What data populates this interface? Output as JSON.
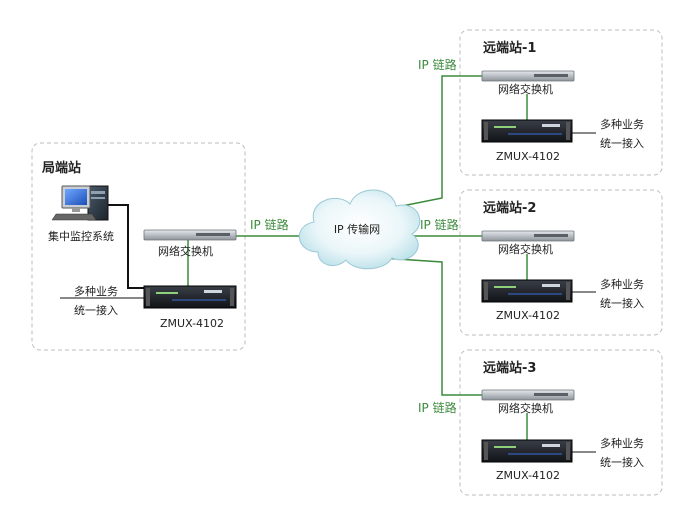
{
  "local_station": {
    "title": "局端站",
    "monitor_label": "集中监控系统",
    "switch_label": "网络交换机",
    "service_label_1": "多种业务",
    "service_label_2": "统一接入",
    "device_label": "ZMUX-4102"
  },
  "cloud": {
    "label": "IP 传输网"
  },
  "links": {
    "local": "IP 链路",
    "remote_1": "IP 链路",
    "remote_2": "IP 链路",
    "remote_3": "IP 链路"
  },
  "remote_stations": [
    {
      "title": "远端站-1",
      "switch_label": "网络交换机",
      "device_label": "ZMUX-4102",
      "service_label_1": "多种业务",
      "service_label_2": "统一接入"
    },
    {
      "title": "远端站-2",
      "switch_label": "网络交换机",
      "device_label": "ZMUX-4102",
      "service_label_1": "多种业务",
      "service_label_2": "统一接入"
    },
    {
      "title": "远端站-3",
      "switch_label": "网络交换机",
      "device_label": "ZMUX-4102",
      "service_label_1": "多种业务",
      "service_label_2": "统一接入"
    }
  ],
  "colors": {
    "link_line": "#3c8a3c",
    "box_border": "#bdbdbd",
    "monitor_cable": "#111111"
  }
}
